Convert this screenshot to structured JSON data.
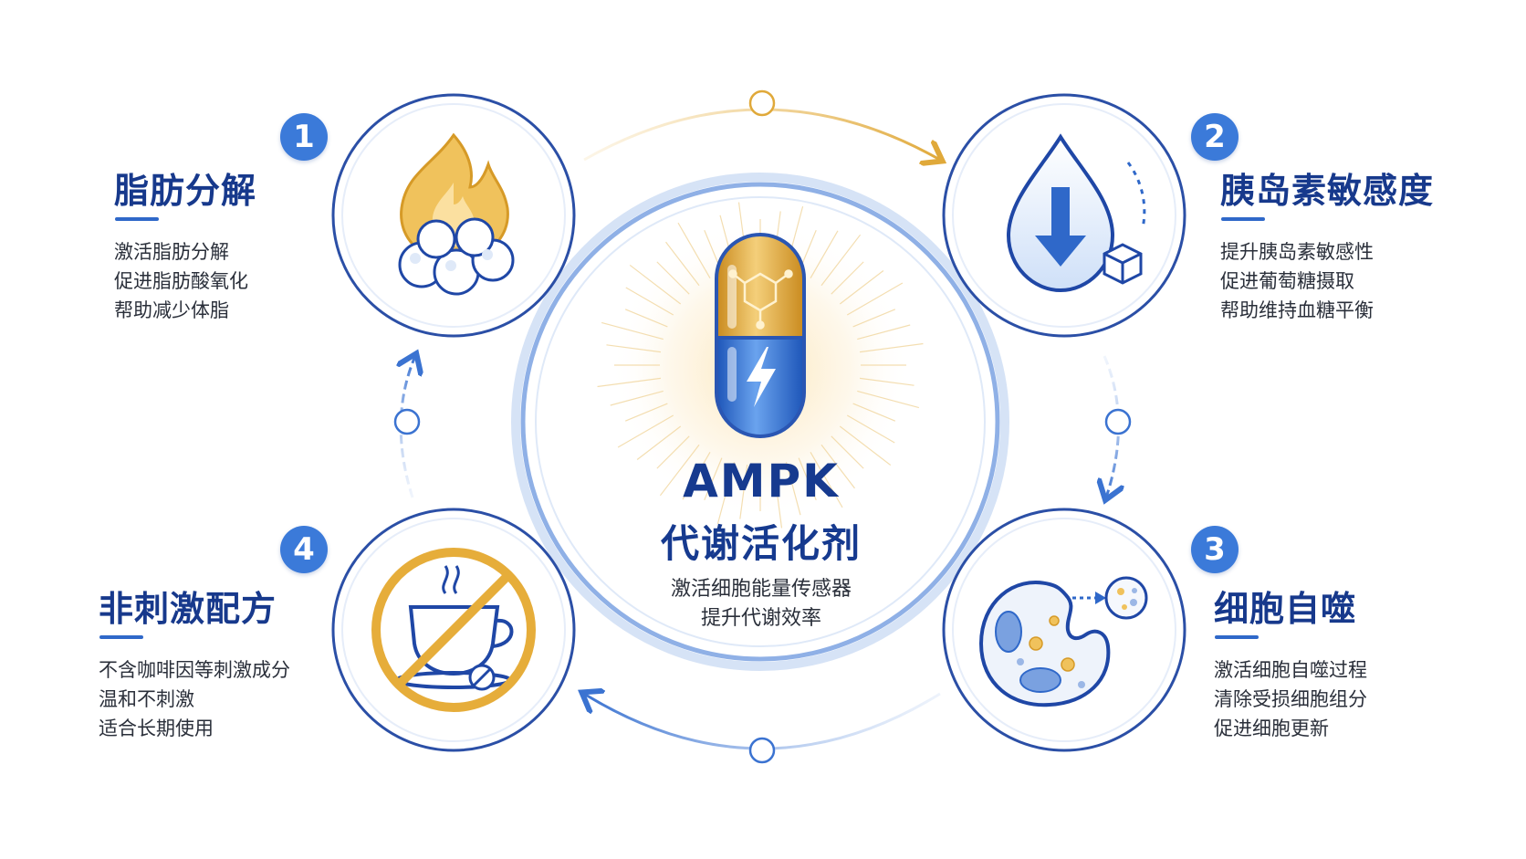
{
  "center": {
    "title": "AMPK",
    "subtitle": "代谢活化剂",
    "lines": [
      "激活细胞能量传感器",
      "提升代谢效率"
    ]
  },
  "steps": [
    {
      "number": "1",
      "title": "脂肪分解",
      "lines": [
        "激活脂肪分解",
        "促进脂肪酸氧化",
        "帮助减少体脂"
      ],
      "icon": "flame-fat-cells-icon"
    },
    {
      "number": "2",
      "title": "胰岛素敏感度",
      "lines": [
        "提升胰岛素敏感性",
        "促进葡萄糖摄取",
        "帮助维持血糖平衡"
      ],
      "icon": "droplet-glucose-icon"
    },
    {
      "number": "3",
      "title": "细胞自噬",
      "lines": [
        "激活细胞自噬过程",
        "清除受损细胞组分",
        "促进细胞更新"
      ],
      "icon": "cell-autophagy-icon"
    },
    {
      "number": "4",
      "title": "非刺激配方",
      "lines": [
        "不含咖啡因等刺激成分",
        "温和不刺激",
        "适合长期使用"
      ],
      "icon": "no-caffeine-icon"
    }
  ],
  "colors": {
    "navy": "#17398c",
    "blue": "#2f68c9",
    "badge": "#3b7ad9",
    "gold": "#e0a93a",
    "ring": "#2b4fa6"
  }
}
